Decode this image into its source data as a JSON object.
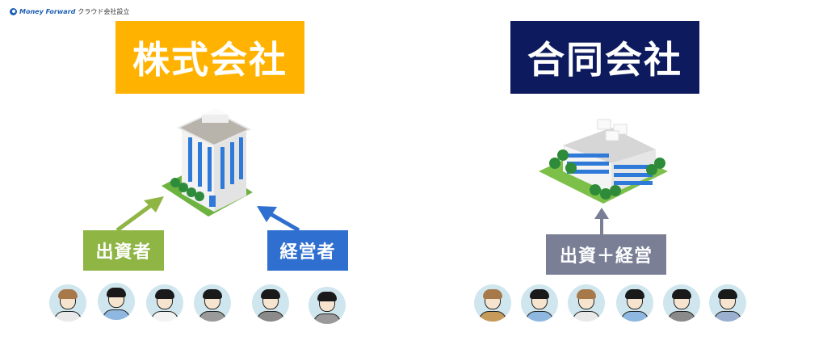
{
  "logo": {
    "brand": "Money Forward",
    "product": "クラウド会社設立"
  },
  "left": {
    "title": "株式会社",
    "title_color": "#ffb300",
    "building": "office-tower-icon",
    "investor_label": "出資者",
    "investor_color": "#8fb545",
    "manager_label": "経営者",
    "manager_color": "#2f6fcf",
    "people_count": 6
  },
  "right": {
    "title": "合同会社",
    "title_color": "#0d1a5e",
    "building": "low-rise-office-icon",
    "combined_label": "出資＋経営",
    "combined_color": "#7a7f96",
    "people_count": 6
  }
}
